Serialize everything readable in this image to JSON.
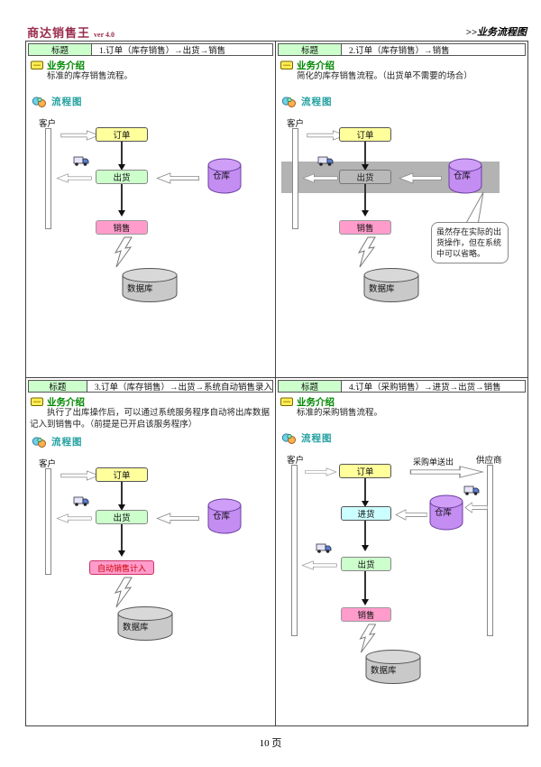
{
  "header": {
    "logo": "商达销售王",
    "version": "ver 4.0",
    "right_title": ">>业务流程图"
  },
  "section_labels": {
    "title": "标题",
    "intro": "业务介绍",
    "flow": "流程图"
  },
  "footer": {
    "page_number": "10 页"
  },
  "icons": {
    "intro": "note-card-icon",
    "flow": "flowchart-icon",
    "truck": "delivery-truck-icon"
  },
  "colors": {
    "logo_red": "#9a2d4d",
    "title_label_bg": "#ccffcc",
    "intro_green": "#008800",
    "flow_teal": "#22a0a0",
    "order_fill": "#ffff9c",
    "ship_fill": "#ccffcc",
    "sale_fill": "#ff9ccc",
    "stockin_fill": "#ccffff",
    "auto_border": "#cc3366",
    "warehouse_fill": "#c48df2",
    "db_fill": "#c9c9c9",
    "gray_band": "#b3b3b3"
  },
  "panels": [
    {
      "title": "1.订单（库存销售）→出货→销售",
      "desc": "标准的库存销售流程。",
      "nodes": {
        "customer": "客户",
        "order": "订单",
        "ship": "出货",
        "sale": "销售",
        "warehouse": "仓库",
        "db": "数据库"
      }
    },
    {
      "title": "2.订单（库存销售）→销售",
      "desc": "简化的库存销售流程。（出货单不需要的场合）",
      "callout": "虽然存在实际的出货操作，但在系统中可以省略。",
      "nodes": {
        "customer": "客户",
        "order": "订单",
        "ship": "出货",
        "sale": "销售",
        "warehouse": "仓库",
        "db": "数据库"
      }
    },
    {
      "title": "3.订单（库存销售）→出货→系统自动销售录入",
      "desc": "执行了出库操作后，可以通过系统服务程序自动将出库数据记入到销售中。（前提是已开启该服务程序）",
      "nodes": {
        "customer": "客户",
        "order": "订单",
        "ship": "出货",
        "autosale": "自动销售计入",
        "warehouse": "仓库",
        "db": "数据库"
      }
    },
    {
      "title": "4.订单（采购销售）→进货→出货→销售",
      "desc": "标准的采购销售流程。",
      "nodes": {
        "customer": "客户",
        "supplier": "供应商",
        "order": "订单",
        "po_sent": "采购单送出",
        "stockin": "进货",
        "ship": "出货",
        "sale": "销售",
        "warehouse": "仓库",
        "db": "数据库"
      }
    }
  ]
}
